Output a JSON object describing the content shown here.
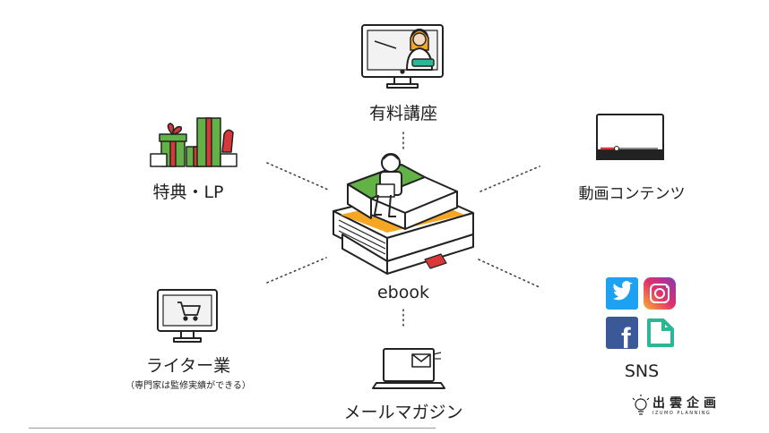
{
  "center": {
    "label": "ebook"
  },
  "nodes": {
    "paid_course": {
      "label": "有料講座",
      "icon": "teacher-monitor-icon"
    },
    "bonus_lp": {
      "label": "特典・LP",
      "icon": "gift-boxes-icon"
    },
    "video": {
      "label": "動画コンテンツ",
      "icon": "video-player-icon"
    },
    "writer": {
      "label": "ライター業",
      "sublabel": "（専門家は監修実績ができる）",
      "icon": "shopping-cart-monitor-icon"
    },
    "sns": {
      "label": "SNS",
      "icons": [
        "twitter-icon",
        "instagram-icon",
        "facebook-icon",
        "note-icon"
      ]
    },
    "mail": {
      "label": "メールマガジン",
      "icon": "laptop-mail-icon"
    }
  },
  "brand": {
    "name": "出雲企画",
    "sub": "IZUMO PLANNING"
  },
  "colors": {
    "green": "#62b246",
    "orange": "#f5a623",
    "red": "#d9383a",
    "twitter": "#1da1f2",
    "facebook": "#3b5998",
    "note": "#2cb696"
  }
}
